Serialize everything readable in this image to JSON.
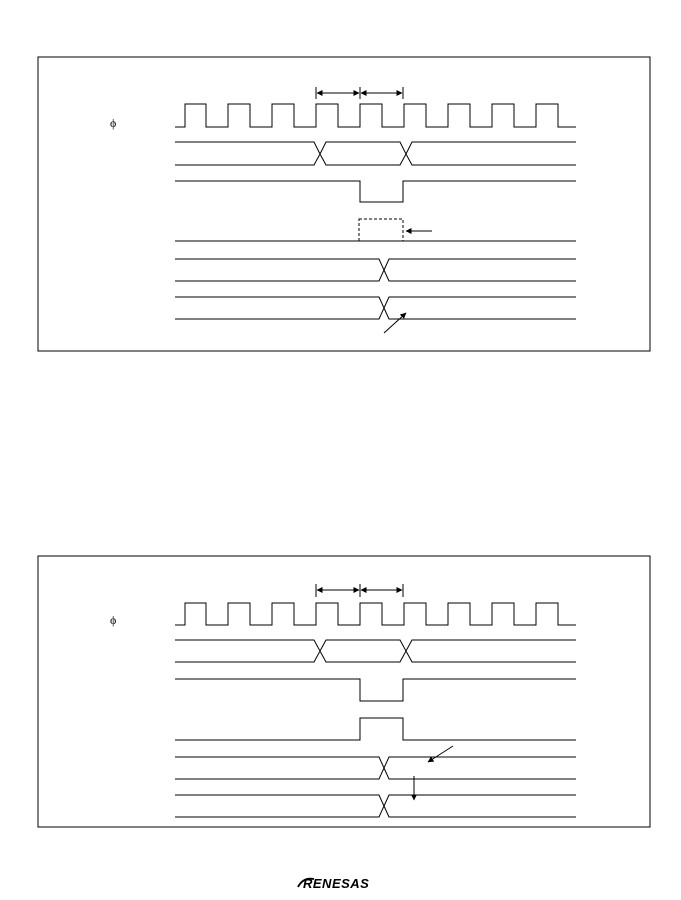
{
  "diagrams": [
    {
      "clock_label": "ϕ"
    },
    {
      "clock_label": "ϕ"
    }
  ],
  "footer": {
    "logo_text": "RENESAS"
  },
  "colors": {
    "ink": "#000000",
    "background": "#ffffff"
  }
}
